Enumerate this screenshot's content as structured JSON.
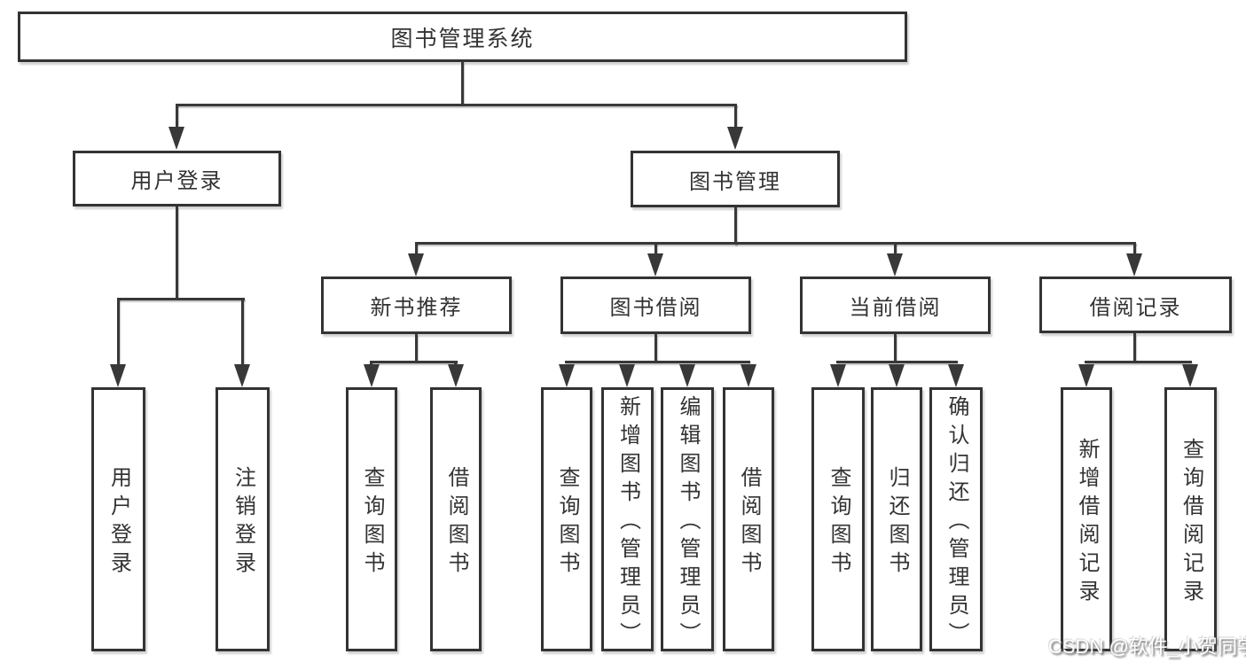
{
  "tree": {
    "label": "图书管理系统",
    "children": [
      {
        "label": "用户登录",
        "children": [
          {
            "label": "用户登录"
          },
          {
            "label": "注销登录"
          }
        ]
      },
      {
        "label": "图书管理",
        "children": [
          {
            "label": "新书推荐",
            "children": [
              {
                "label": "查询图书"
              },
              {
                "label": "借阅图书"
              }
            ]
          },
          {
            "label": "图书借阅",
            "children": [
              {
                "label": "查询图书"
              },
              {
                "label": "新增图书（管理员）"
              },
              {
                "label": "编辑图书（管理员）"
              },
              {
                "label": "借阅图书"
              }
            ]
          },
          {
            "label": "当前借阅",
            "children": [
              {
                "label": "查询图书"
              },
              {
                "label": "归还图书"
              },
              {
                "label": "确认归还（管理员）"
              }
            ]
          },
          {
            "label": "借阅记录",
            "children": [
              {
                "label": "新增借阅记录"
              },
              {
                "label": "查询借阅记录"
              }
            ]
          }
        ]
      }
    ]
  },
  "watermark": {
    "text": "CSDN @软件_小贺同学"
  },
  "colors": {
    "line": "#383838",
    "border": "#333333",
    "text": "#333333",
    "background": "#ffffff",
    "watermark_text": "#ffffff"
  }
}
